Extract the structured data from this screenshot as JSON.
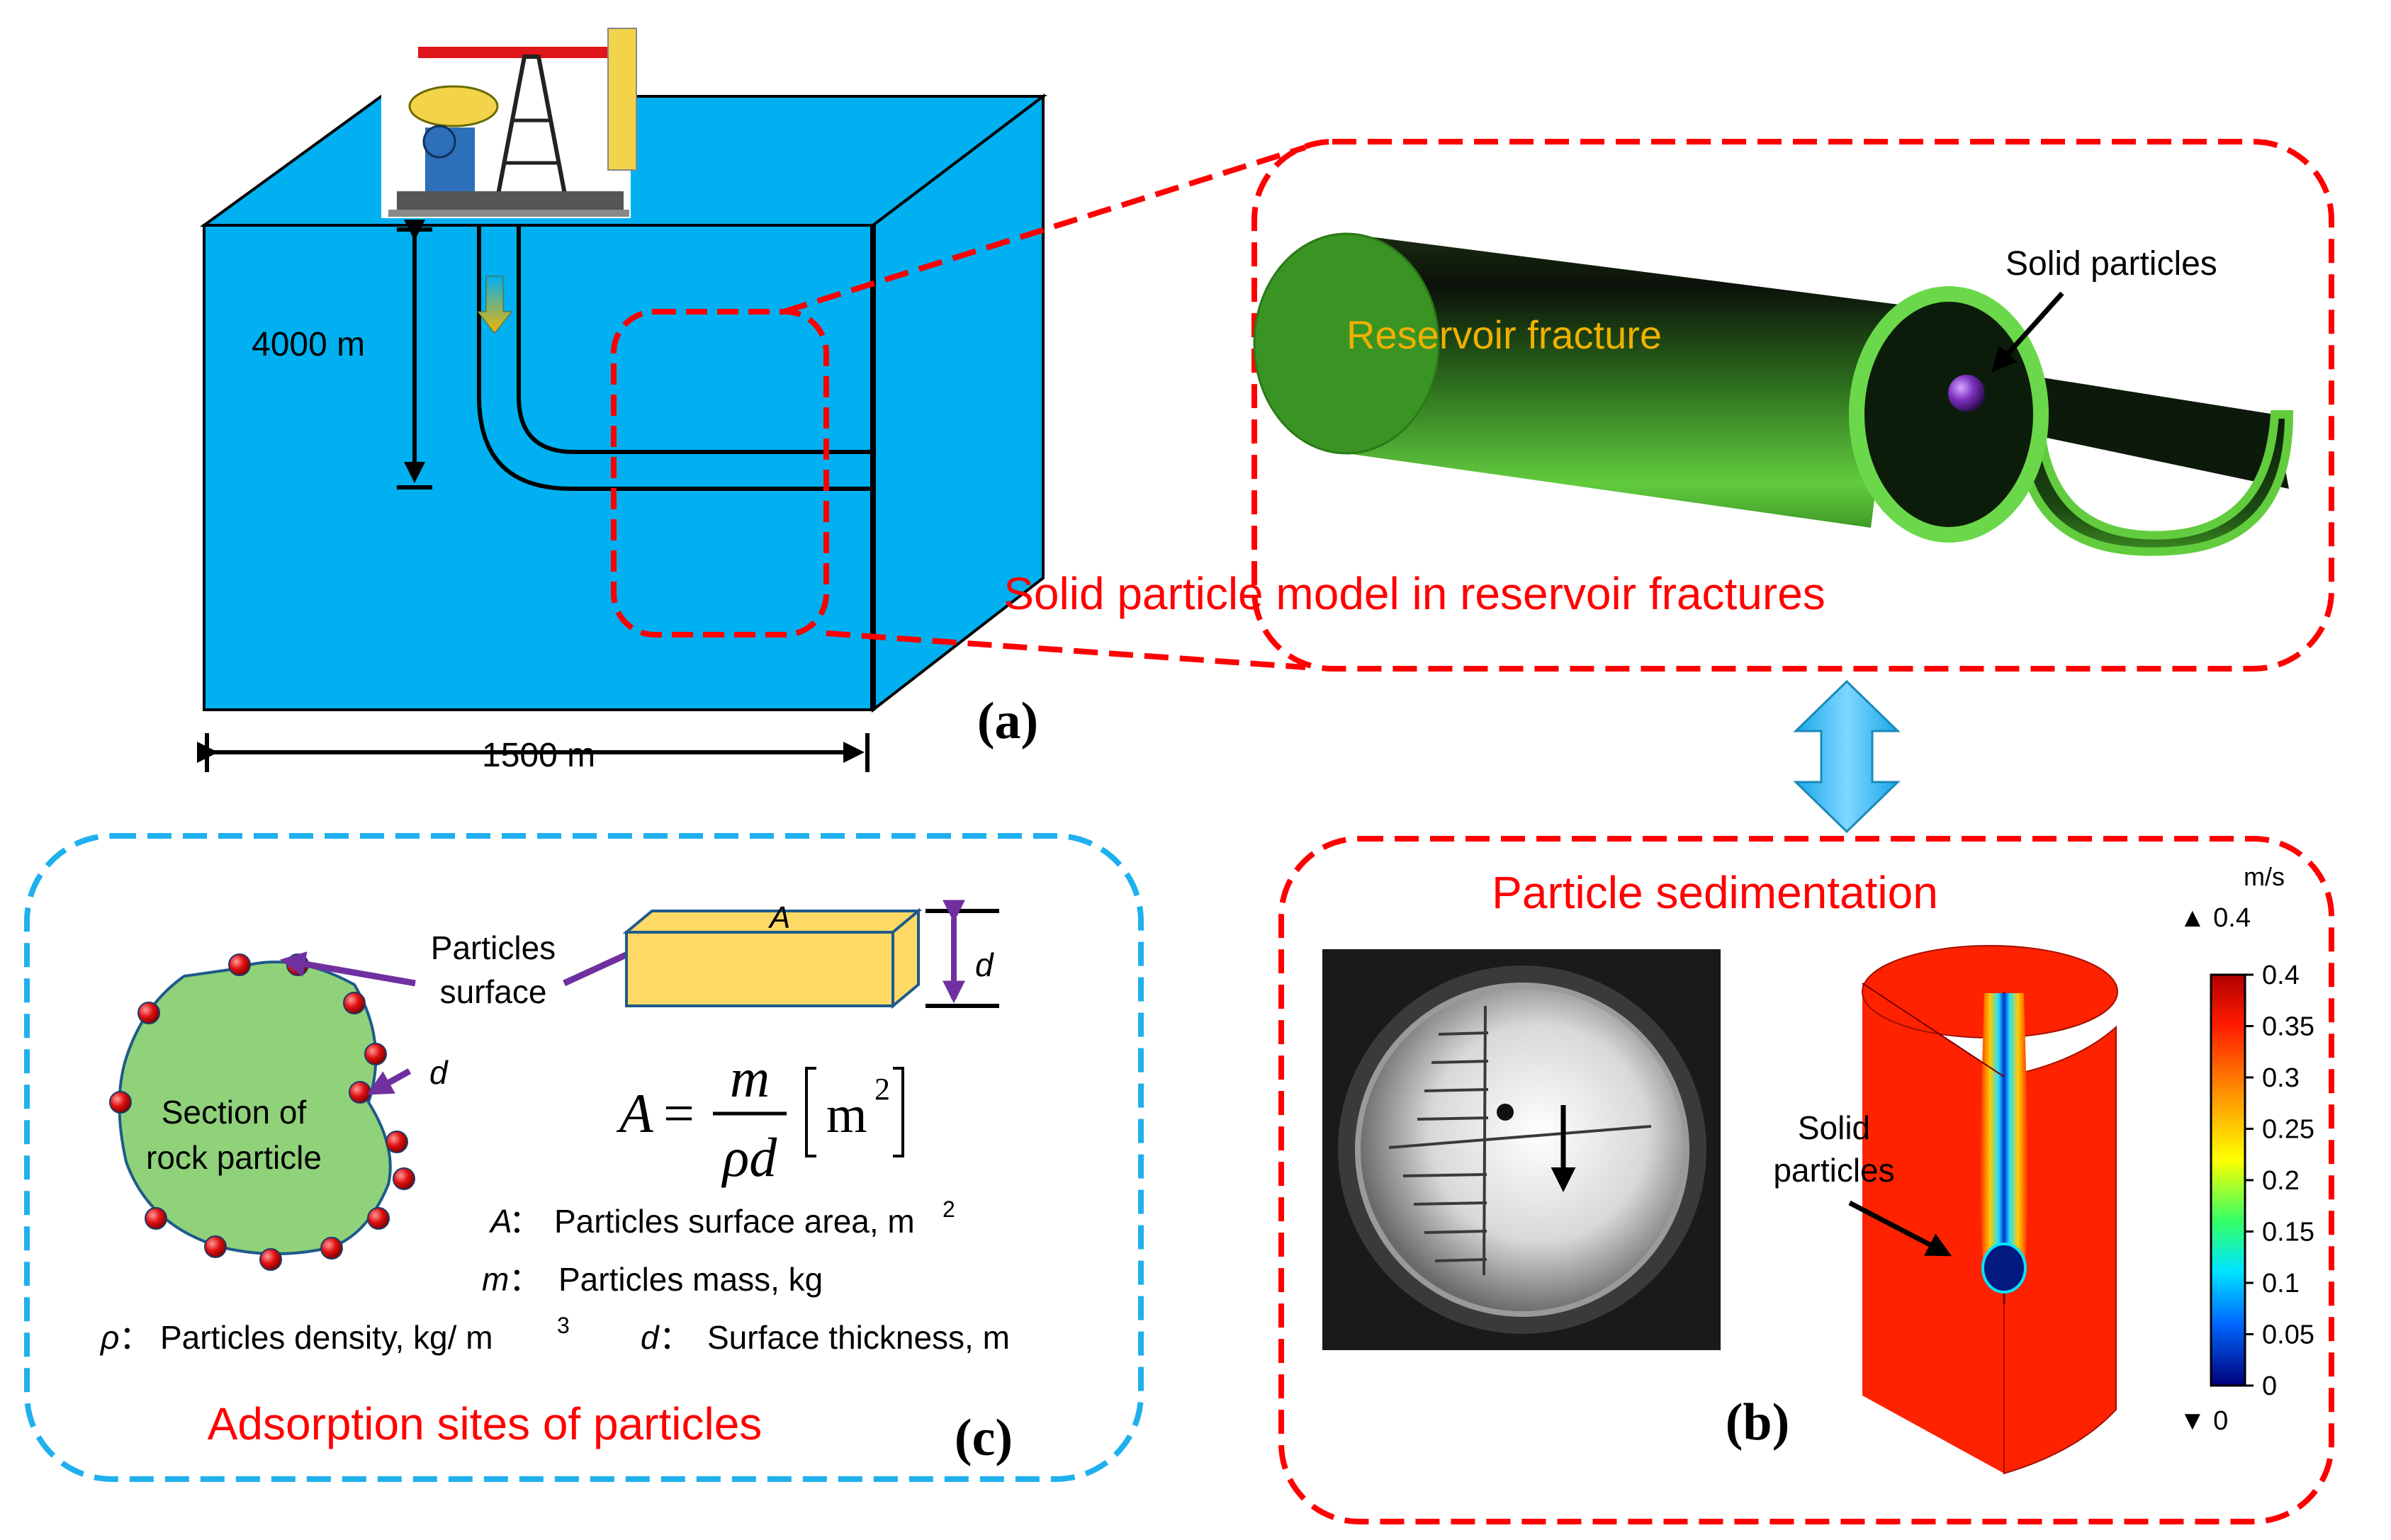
{
  "panel_a": {
    "depth_label": "4000 m",
    "width_label": "1500 m",
    "panel_label": "(a)",
    "colors": {
      "reservoir": "#00B0F0",
      "highlight": "#FF0000"
    }
  },
  "fracture_model": {
    "title": "Solid particle model in reservoir fractures",
    "fracture_label": "Reservoir fracture",
    "particle_label": "Solid particles",
    "colors": {
      "tube": "#4CC234",
      "label": "#F0B000",
      "particle": "#7B2FBE"
    }
  },
  "panel_b": {
    "title": "Particle sedimentation",
    "panel_label": "(b)",
    "particle_label_line1": "Solid",
    "particle_label_line2": "particles",
    "colorbar": {
      "unit": "m/s",
      "max_marker": "▲ 0.4",
      "min_marker": "▼ 0",
      "ticks": [
        "0.4",
        "0.35",
        "0.3",
        "0.25",
        "0.2",
        "0.15",
        "0.1",
        "0.05",
        "0"
      ]
    }
  },
  "panel_c": {
    "title": "Adsorption sites of particles",
    "panel_label": "(c)",
    "surface_label_line1": "Particles",
    "surface_label_line2": "surface",
    "section_label_line1": "Section of",
    "section_label_line2": "rock particle",
    "thickness_symbol": "d",
    "area_symbol": "A",
    "formula": {
      "lhs": "A",
      "eq": "=",
      "num": "m",
      "den": "ρd",
      "unit": "m",
      "unit_exp": "2"
    },
    "legend": [
      {
        "sym": "A",
        "sep": "：",
        "text": "Particles surface area, m",
        "sup": "2"
      },
      {
        "sym": "m",
        "sep": "：",
        "text": "Particles mass, kg",
        "sup": ""
      },
      {
        "sym": "ρ",
        "sep": "：",
        "text": "Particles density, kg/ m",
        "sup": "3"
      },
      {
        "sym": "d",
        "sep": "：",
        "text": "Surface thickness, m",
        "sup": ""
      }
    ],
    "colors": {
      "border": "#1FB0EE",
      "rock": "#90D27A",
      "block": "#FFD966",
      "arrow": "#7030A0"
    }
  }
}
